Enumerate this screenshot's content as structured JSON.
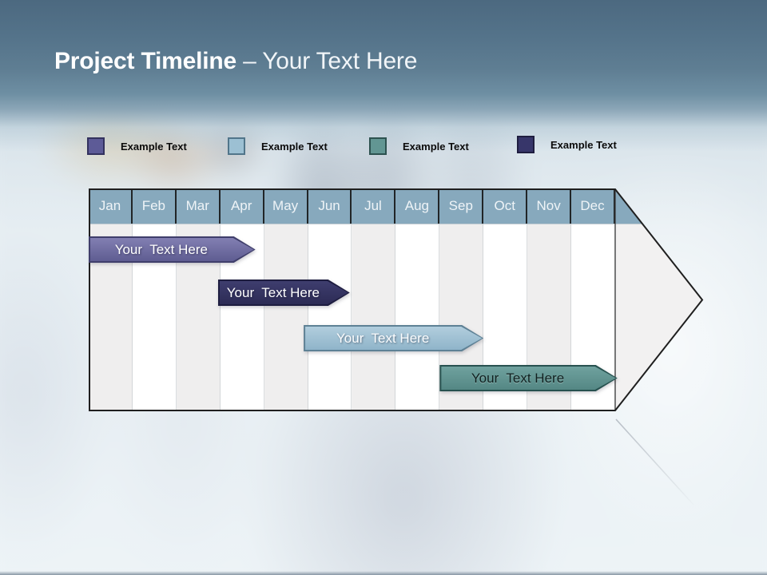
{
  "title": {
    "bold": "Project Timeline ",
    "light": "– Your Text Here"
  },
  "legend": {
    "items": [
      {
        "label": "Example Text",
        "swatch_fill": "#5d5b97",
        "swatch_border": "#33325e"
      },
      {
        "label": "Example Text",
        "swatch_fill": "#9cc0d3",
        "swatch_border": "#51758a"
      },
      {
        "label": "Example Text",
        "swatch_fill": "#629693",
        "swatch_border": "#2d5250"
      },
      {
        "label": "Example Text",
        "swatch_fill": "#37366a",
        "swatch_border": "#1f1e40"
      }
    ]
  },
  "timeline": {
    "months": [
      "Jan",
      "Feb",
      "Mar",
      "Apr",
      "May",
      "Jun",
      "Jul",
      "Aug",
      "Sep",
      "Oct",
      "Nov",
      "Dec"
    ],
    "header_fill": "#87a9bd",
    "header_text_color": "#eff4f7",
    "column_fill": "#ffffff",
    "column_alt_fill": "#efeeee",
    "arrow_body_fill": "#f2f1f1",
    "outline_color": "#1f1f1f",
    "tasks": [
      {
        "label": "Your  Text Here",
        "start_month": "Jan",
        "end_month": "Apr",
        "start": 0,
        "end": 3.8,
        "fill_top": "#827fb2",
        "fill_bottom": "#5e5c91",
        "border": "#3f3e6b",
        "text_color": "#ffffff",
        "text_shadow": "dark"
      },
      {
        "label": "Your  Text Here",
        "start_month": "Apr",
        "end_month": "Jun",
        "start": 2.95,
        "end": 5.95,
        "fill_top": "#3e3d6e",
        "fill_bottom": "#2c2b55",
        "border": "#1e1d40",
        "text_color": "#ffffff",
        "text_shadow": "dark"
      },
      {
        "label": "Your  Text Here",
        "start_month": "Jun",
        "end_month": "Sep",
        "start": 4.9,
        "end": 9.0,
        "fill_top": "#b1cddd",
        "fill_bottom": "#8fb4c9",
        "border": "#5e8195",
        "text_color": "#fbfdfe",
        "text_shadow": "dark"
      },
      {
        "label": "Your  Text Here",
        "start_month": "Sep",
        "end_month": "Dec",
        "start": 8.0,
        "end": 12.05,
        "fill_top": "#6fa19e",
        "fill_bottom": "#548784",
        "border": "#27514f",
        "text_color": "#0f201f",
        "text_shadow": "light"
      }
    ]
  }
}
